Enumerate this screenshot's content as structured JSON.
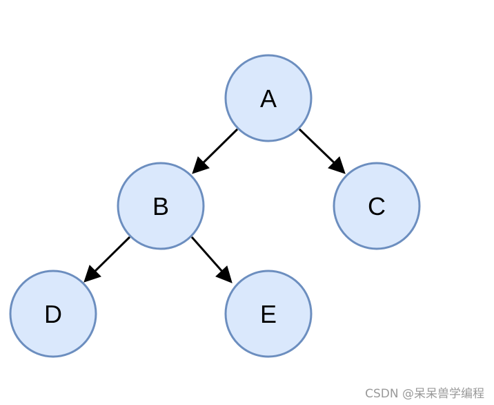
{
  "nodes": {
    "a": {
      "label": "A"
    },
    "b": {
      "label": "B"
    },
    "c": {
      "label": "C"
    },
    "d": {
      "label": "D"
    },
    "e": {
      "label": "E"
    }
  },
  "edges": [
    {
      "from": "A",
      "to": "B"
    },
    {
      "from": "A",
      "to": "C"
    },
    {
      "from": "B",
      "to": "D"
    },
    {
      "from": "B",
      "to": "E"
    }
  ],
  "colors": {
    "node_fill": "#dae8fc",
    "node_stroke": "#6c8ebf",
    "edge": "#000000"
  },
  "watermark": "CSDN @呆呆兽学编程"
}
